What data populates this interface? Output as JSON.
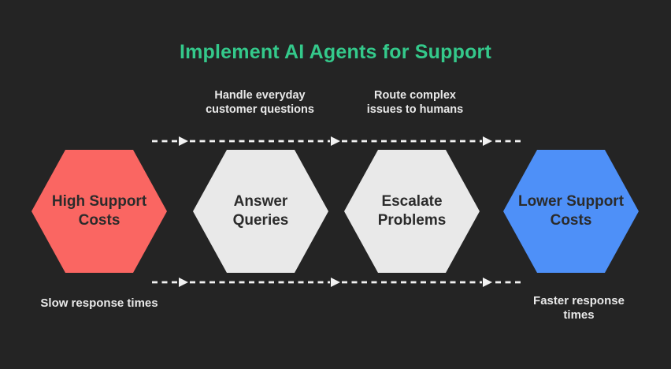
{
  "title": {
    "text": "Implement AI Agents for Support",
    "color": "#34C98B"
  },
  "hexagons": [
    {
      "label": "High Support Costs",
      "line1": "High Support",
      "line2": "Costs",
      "fill": "#FA6662"
    },
    {
      "label": "Answer Queries",
      "line1": "Answer",
      "line2": "Queries",
      "fill": "#E9E9E9"
    },
    {
      "label": "Escalate Problems",
      "line1": "Escalate",
      "line2": "Problems",
      "fill": "#E9E9E9"
    },
    {
      "label": "Lower Support Costs",
      "line1": "Lower Support",
      "line2": "Costs",
      "fill": "#4E90F8"
    }
  ],
  "annotations": {
    "top": [
      {
        "line1": "Handle everyday",
        "line2": "customer questions"
      },
      {
        "line1": "Route complex",
        "line2": "issues to humans"
      }
    ],
    "bottom_left": "Slow response times",
    "bottom_right": {
      "line1": "Faster response",
      "line2": "times"
    }
  },
  "colors": {
    "background": "#242424",
    "arrow": "#F2F2F2",
    "annotation_text": "#E9E9E9",
    "hexagon_text": "#2B2B2B"
  }
}
